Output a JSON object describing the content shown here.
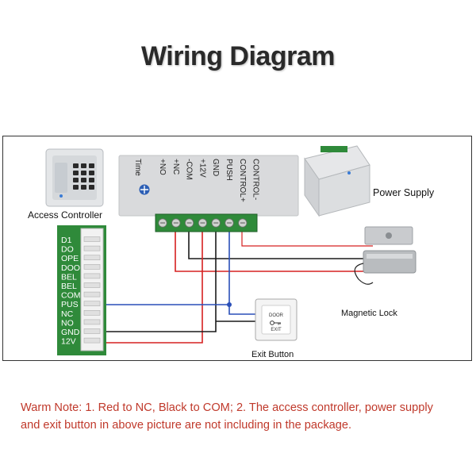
{
  "title": "Wiring Diagram",
  "components": {
    "access_controller": "Access Controller",
    "power_supply": "Power Supply",
    "magnetic_lock": "Magnetic Lock",
    "exit_button": "Exit Button"
  },
  "power_box": {
    "time_label": "Time",
    "terminal_labels": [
      "+NO",
      "+NC",
      "-COM",
      "+12V",
      "GND",
      "PUSH",
      "CONTROL+",
      "CONTROL-"
    ]
  },
  "controller_terminals": [
    "D1",
    "DO",
    "OPE",
    "DOO",
    "BEL",
    "BEL",
    "COM",
    "PUS",
    "NC",
    "NO",
    "GND",
    "12V"
  ],
  "exit_button_text": {
    "line1": "DOOR",
    "line2": "EXIT"
  },
  "note": {
    "line1": "Warm Note: 1. Red  to NC, Black to COM;  2. The access controller, power supply",
    "line2": "and exit button in above picture are not including in the package."
  },
  "colors": {
    "wire_red": "#d62020",
    "wire_black": "#1a1a1a",
    "wire_blue": "#2a4fb8",
    "terminal_green": "#2f8a3a",
    "note_red": "#c0392b"
  }
}
